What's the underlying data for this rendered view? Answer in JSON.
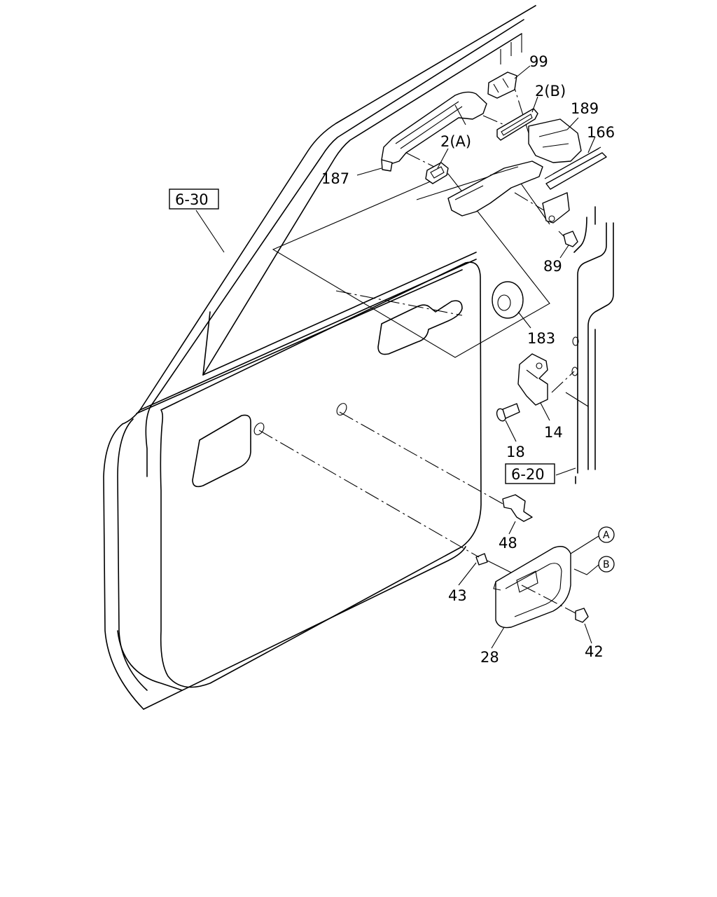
{
  "callouts": [
    {
      "id": "99",
      "text": "99"
    },
    {
      "id": "2b",
      "text": "2(B)"
    },
    {
      "id": "189",
      "text": "189"
    },
    {
      "id": "166",
      "text": "166"
    },
    {
      "id": "2a",
      "text": "2(A)"
    },
    {
      "id": "187",
      "text": "187"
    },
    {
      "id": "89",
      "text": "89"
    },
    {
      "id": "183",
      "text": "183"
    },
    {
      "id": "14",
      "text": "14"
    },
    {
      "id": "18",
      "text": "18"
    },
    {
      "id": "48",
      "text": "48"
    },
    {
      "id": "43",
      "text": "43"
    },
    {
      "id": "28",
      "text": "28"
    },
    {
      "id": "42",
      "text": "42"
    }
  ],
  "references": {
    "ref_6_30": "6-30",
    "ref_6_20": "6-20"
  },
  "markers": {
    "a": "A",
    "b": "B"
  }
}
